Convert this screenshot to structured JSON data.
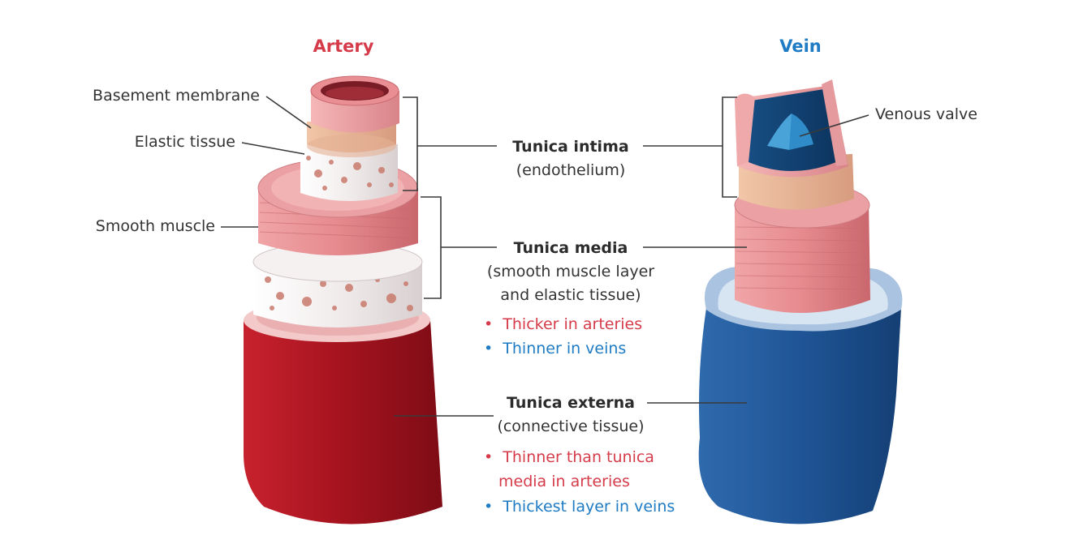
{
  "colors": {
    "artery": "#d63b4a",
    "vein": "#1e7bc4",
    "text": "#333333"
  },
  "titles": {
    "artery": "Artery",
    "vein": "Vein"
  },
  "artery_labels": {
    "basement_membrane": "Basement membrane",
    "elastic_tissue": "Elastic tissue",
    "smooth_muscle": "Smooth muscle"
  },
  "vein_labels": {
    "venous_valve": "Venous valve"
  },
  "tunica_intima": {
    "name": "Tunica intima",
    "desc": "(endothelium)"
  },
  "tunica_media": {
    "name": "Tunica media",
    "desc_line1": "(smooth muscle layer",
    "desc_line2": "and elastic tissue)",
    "artery_note": "Thicker in arteries",
    "vein_note": "Thinner in veins"
  },
  "tunica_externa": {
    "name": "Tunica externa",
    "desc": "(connective tissue)",
    "artery_note_line1": "Thinner than tunica",
    "artery_note_line2": "media in arteries",
    "vein_note": "Thickest layer in veins"
  },
  "bullet": "•"
}
